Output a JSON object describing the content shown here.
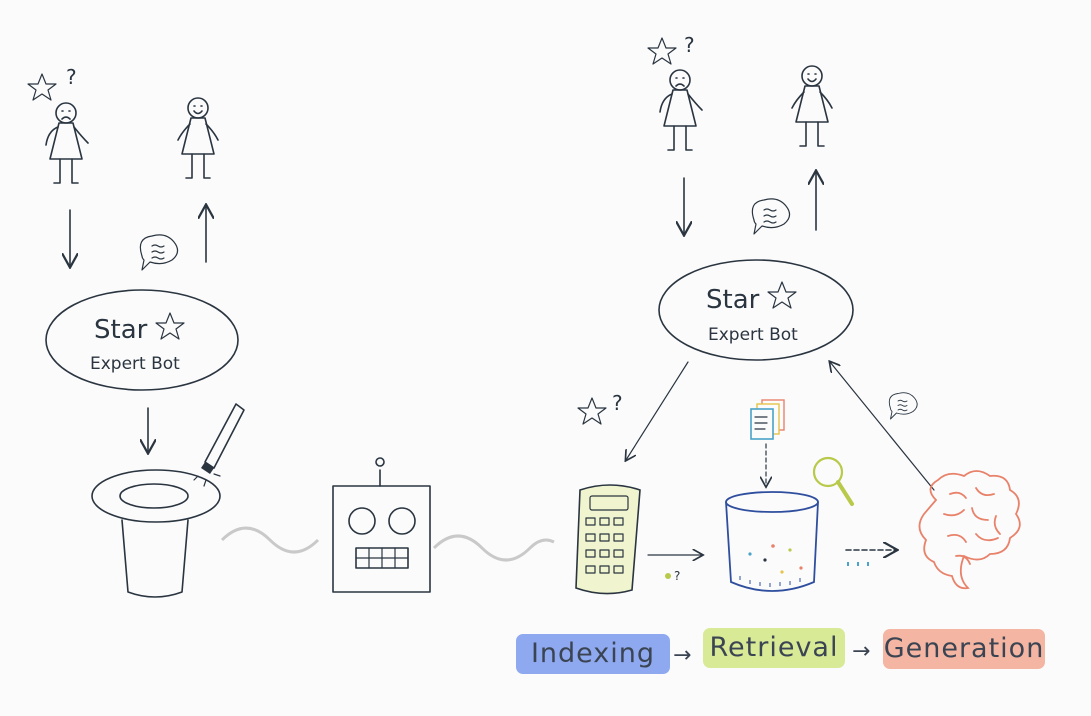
{
  "bot_left": {
    "name": "Star",
    "subtitle": "Expert Bot"
  },
  "bot_right": {
    "name": "Star",
    "subtitle": "Expert Bot"
  },
  "query_mark": "?",
  "pipeline": {
    "steps": [
      {
        "label": "Indexing",
        "color": "#8ea9f0"
      },
      {
        "label": "Retrieval",
        "color": "#d9ea96"
      },
      {
        "label": "Generation",
        "color": "#f4b6a2"
      }
    ],
    "arrow": "→"
  },
  "colors": {
    "ink": "#2a3540",
    "calculator": "#f0f4cf",
    "database": "#2f4f9e",
    "brain": "#e8826a",
    "wave": "#c9c9c9",
    "magnifier": "#b9c94a"
  }
}
